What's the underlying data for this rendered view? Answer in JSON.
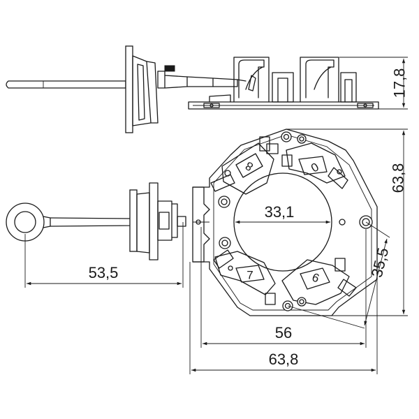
{
  "dimensions": {
    "height_side": "17,8",
    "inner_diameter": "33,1",
    "lead_length": "53,5",
    "height_front": "63,8",
    "diagonal": "35,5",
    "hole_spacing": "56",
    "overall_width": "63,8"
  },
  "brush_labels": {
    "top_left": "8",
    "top_right": "0",
    "bottom_left": "7",
    "bottom_right": "6"
  }
}
